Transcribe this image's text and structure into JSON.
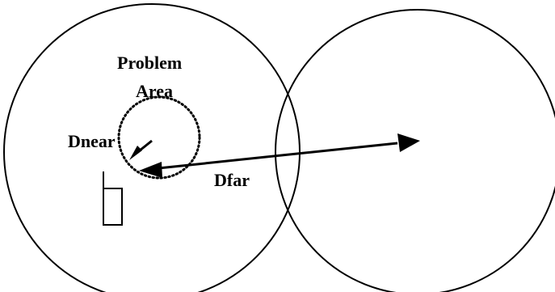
{
  "labels": {
    "problem_line1": "Problem",
    "problem_line2": "Area",
    "dnear": "Dnear",
    "dfar": "Dfar"
  },
  "colors": {
    "stroke": "#000000",
    "background": "#ffffff"
  }
}
